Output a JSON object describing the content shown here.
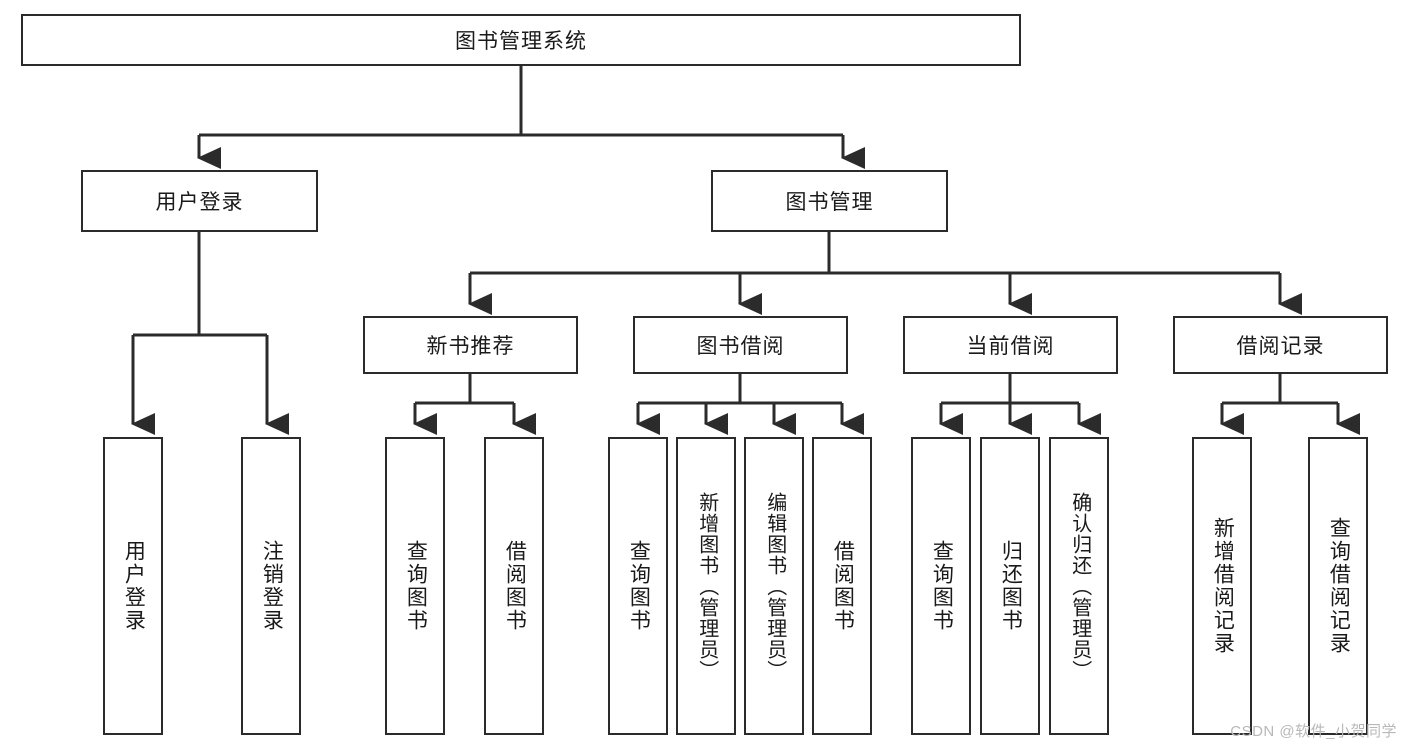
{
  "diagram": {
    "title": "图书管理系统",
    "type": "hierarchy-tree",
    "watermark": "CSDN @软件_小贺同学",
    "levels": {
      "root": {
        "label": "图书管理系统"
      },
      "level2": [
        {
          "id": "user-login",
          "label": "用户登录"
        },
        {
          "id": "book-manage",
          "label": "图书管理"
        }
      ],
      "level3": [
        {
          "id": "new-book-rec",
          "label": "新书推荐"
        },
        {
          "id": "book-borrow",
          "label": "图书借阅"
        },
        {
          "id": "current-borrow",
          "label": "当前借阅"
        },
        {
          "id": "borrow-record",
          "label": "借阅记录"
        }
      ],
      "level4": [
        {
          "id": "leaf-user-login",
          "label": "用户登录",
          "parent": "user-login"
        },
        {
          "id": "leaf-logout",
          "label": "注销登录",
          "parent": "user-login"
        },
        {
          "id": "leaf-query-book-1",
          "label": "查询图书",
          "parent": "new-book-rec"
        },
        {
          "id": "leaf-borrow-book-1",
          "label": "借阅图书",
          "parent": "new-book-rec"
        },
        {
          "id": "leaf-query-book-2",
          "label": "查询图书",
          "parent": "book-borrow"
        },
        {
          "id": "leaf-add-book",
          "label": "新增图书（管理员）",
          "parent": "book-borrow"
        },
        {
          "id": "leaf-edit-book",
          "label": "编辑图书（管理员）",
          "parent": "book-borrow"
        },
        {
          "id": "leaf-borrow-book-2",
          "label": "借阅图书",
          "parent": "book-borrow"
        },
        {
          "id": "leaf-query-book-3",
          "label": "查询图书",
          "parent": "current-borrow"
        },
        {
          "id": "leaf-return-book",
          "label": "归还图书",
          "parent": "current-borrow"
        },
        {
          "id": "leaf-confirm-return",
          "label": "确认归还（管理员）",
          "parent": "current-borrow"
        },
        {
          "id": "leaf-add-record",
          "label": "新增借阅记录",
          "parent": "borrow-record"
        },
        {
          "id": "leaf-query-record",
          "label": "查询借阅记录",
          "parent": "borrow-record"
        }
      ]
    },
    "colors": {
      "border": "#2b2b2b",
      "background": "#ffffff",
      "text": "#1a1a1a",
      "watermark": "#b8b8b8"
    }
  }
}
